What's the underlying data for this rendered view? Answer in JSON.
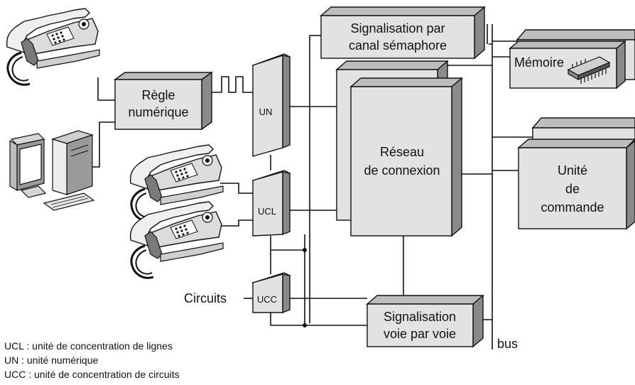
{
  "blocks": {
    "regle": [
      "Règle",
      "numérique"
    ],
    "un": "UN",
    "ucl": "UCL",
    "ucc": "UCC",
    "semaphore": [
      "Signalisation par",
      "canal sémaphore"
    ],
    "memoire": "Mémoire",
    "reseau": [
      "Réseau",
      "de connexion"
    ],
    "commande": [
      "Unité",
      "de",
      "commande"
    ],
    "voie": [
      "Signalisation",
      "voie par voie"
    ]
  },
  "labels": {
    "circuits": "Circuits",
    "bus": "bus"
  },
  "legend": [
    "UCL : unité de concentration de lignes",
    "UN : unité numérique",
    "UCC : unité de concentration de circuits"
  ],
  "icons": [
    "telephone-icon",
    "computer-icon",
    "chip-icon"
  ],
  "colors": {
    "box_front": "#e2e2e2",
    "box_side": "#8a8a8a",
    "box_top": "#bdbdbd",
    "line": "#111111"
  }
}
